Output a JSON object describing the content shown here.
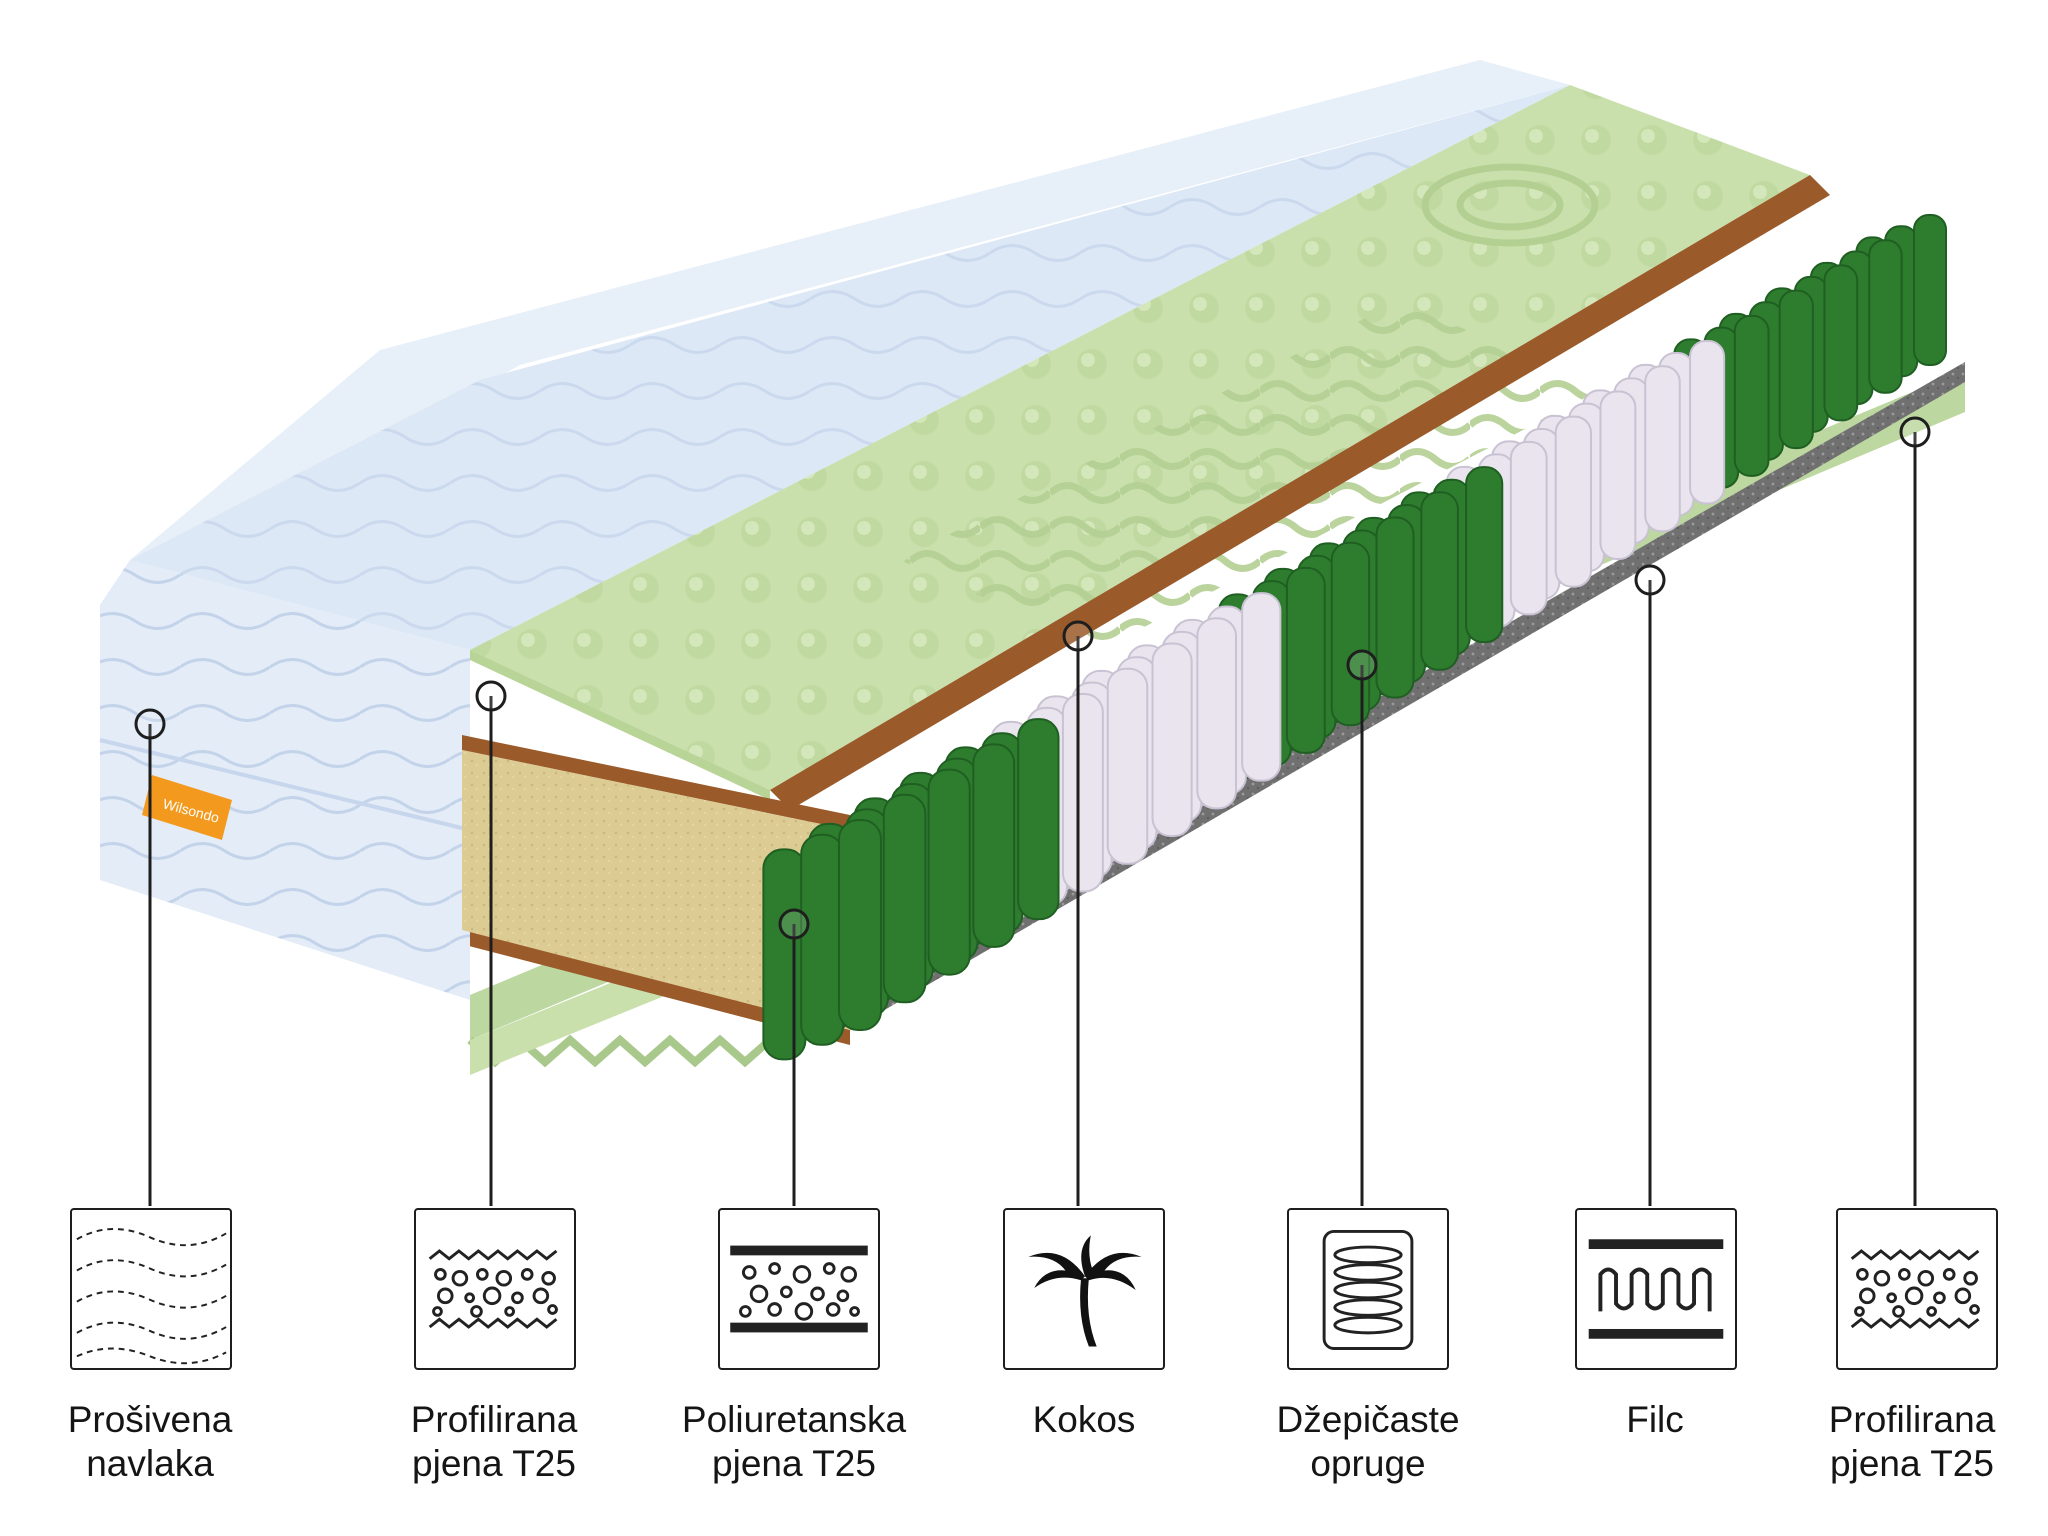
{
  "brand": {
    "logo_text": "Wilsondo",
    "tag_color": "#f39a1e"
  },
  "colors": {
    "cover": "#dde8f6",
    "foam": "#c9e0ad",
    "coconut": "#9a5a2a",
    "poly_foam": "#dccb93",
    "spring_green": "#2e7d2f",
    "spring_white": "#e9e4ee",
    "felt": "#6e6e6e",
    "line": "#1e1e1e"
  },
  "layers": [
    {
      "id": "cover",
      "icon": "quilted-cover-icon",
      "line1": "Prošivena",
      "line2": "navlaka"
    },
    {
      "id": "profiled-top",
      "icon": "profiled-foam-icon",
      "line1": "Profilirana",
      "line2": "pjena T25"
    },
    {
      "id": "poly-foam",
      "icon": "polyurethane-foam-icon",
      "line1": "Poliuretanska",
      "line2": "pjena T25"
    },
    {
      "id": "coconut",
      "icon": "palm-tree-icon",
      "line1": "Kokos",
      "line2": ""
    },
    {
      "id": "pocket-springs",
      "icon": "pocket-spring-icon",
      "line1": "Džepičaste",
      "line2": "opruge"
    },
    {
      "id": "felt",
      "icon": "felt-icon",
      "line1": "Filc",
      "line2": ""
    },
    {
      "id": "profiled-bottom",
      "icon": "profiled-foam-icon",
      "line1": "Profilirana",
      "line2": "pjena T25"
    }
  ]
}
